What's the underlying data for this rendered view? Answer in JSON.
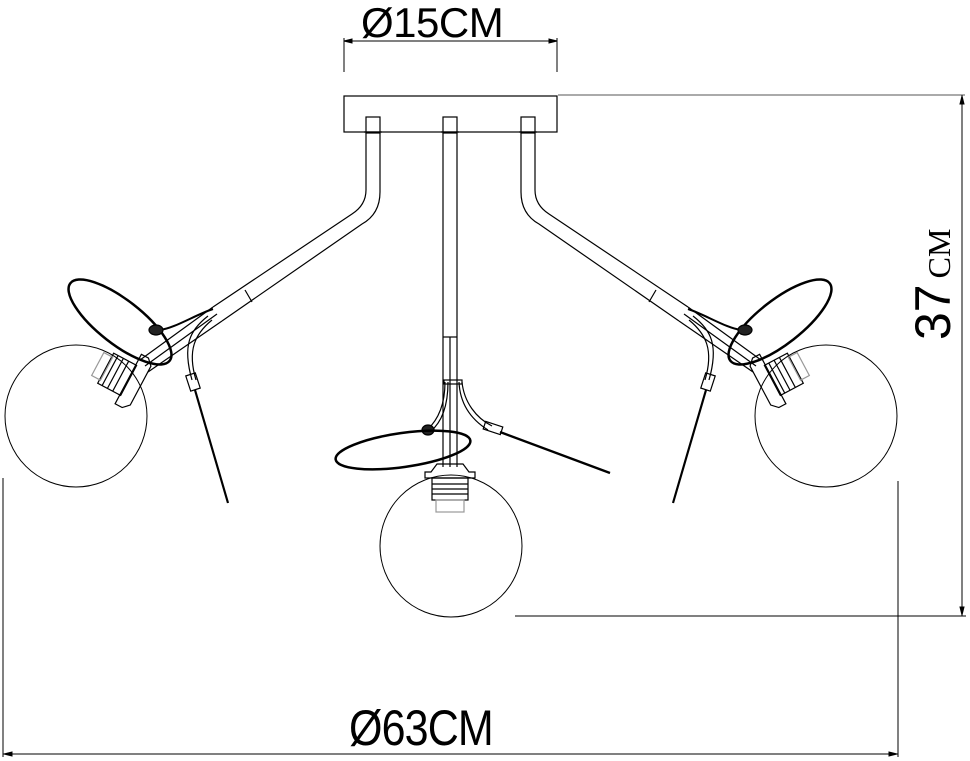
{
  "drawing": {
    "subject": "three-arm ceiling lamp with globe shades",
    "line_color": "#000000",
    "background": "#ffffff"
  },
  "dimensions": {
    "canopy_diameter": {
      "label": "Ø15CM",
      "value": 15,
      "unit": "CM"
    },
    "overall_diameter": {
      "label": "Ø63CM",
      "value": 63,
      "unit": "CM"
    },
    "height": {
      "label_number": "37",
      "label_unit": "CM",
      "value": 37,
      "unit": "CM"
    }
  },
  "components": {
    "canopy": "ceiling canopy",
    "arms": [
      "left arm",
      "center stem",
      "right arm"
    ],
    "shades": [
      "left globe",
      "center globe",
      "right globe"
    ],
    "rings": [
      "left ring",
      "center ring",
      "right ring"
    ]
  }
}
